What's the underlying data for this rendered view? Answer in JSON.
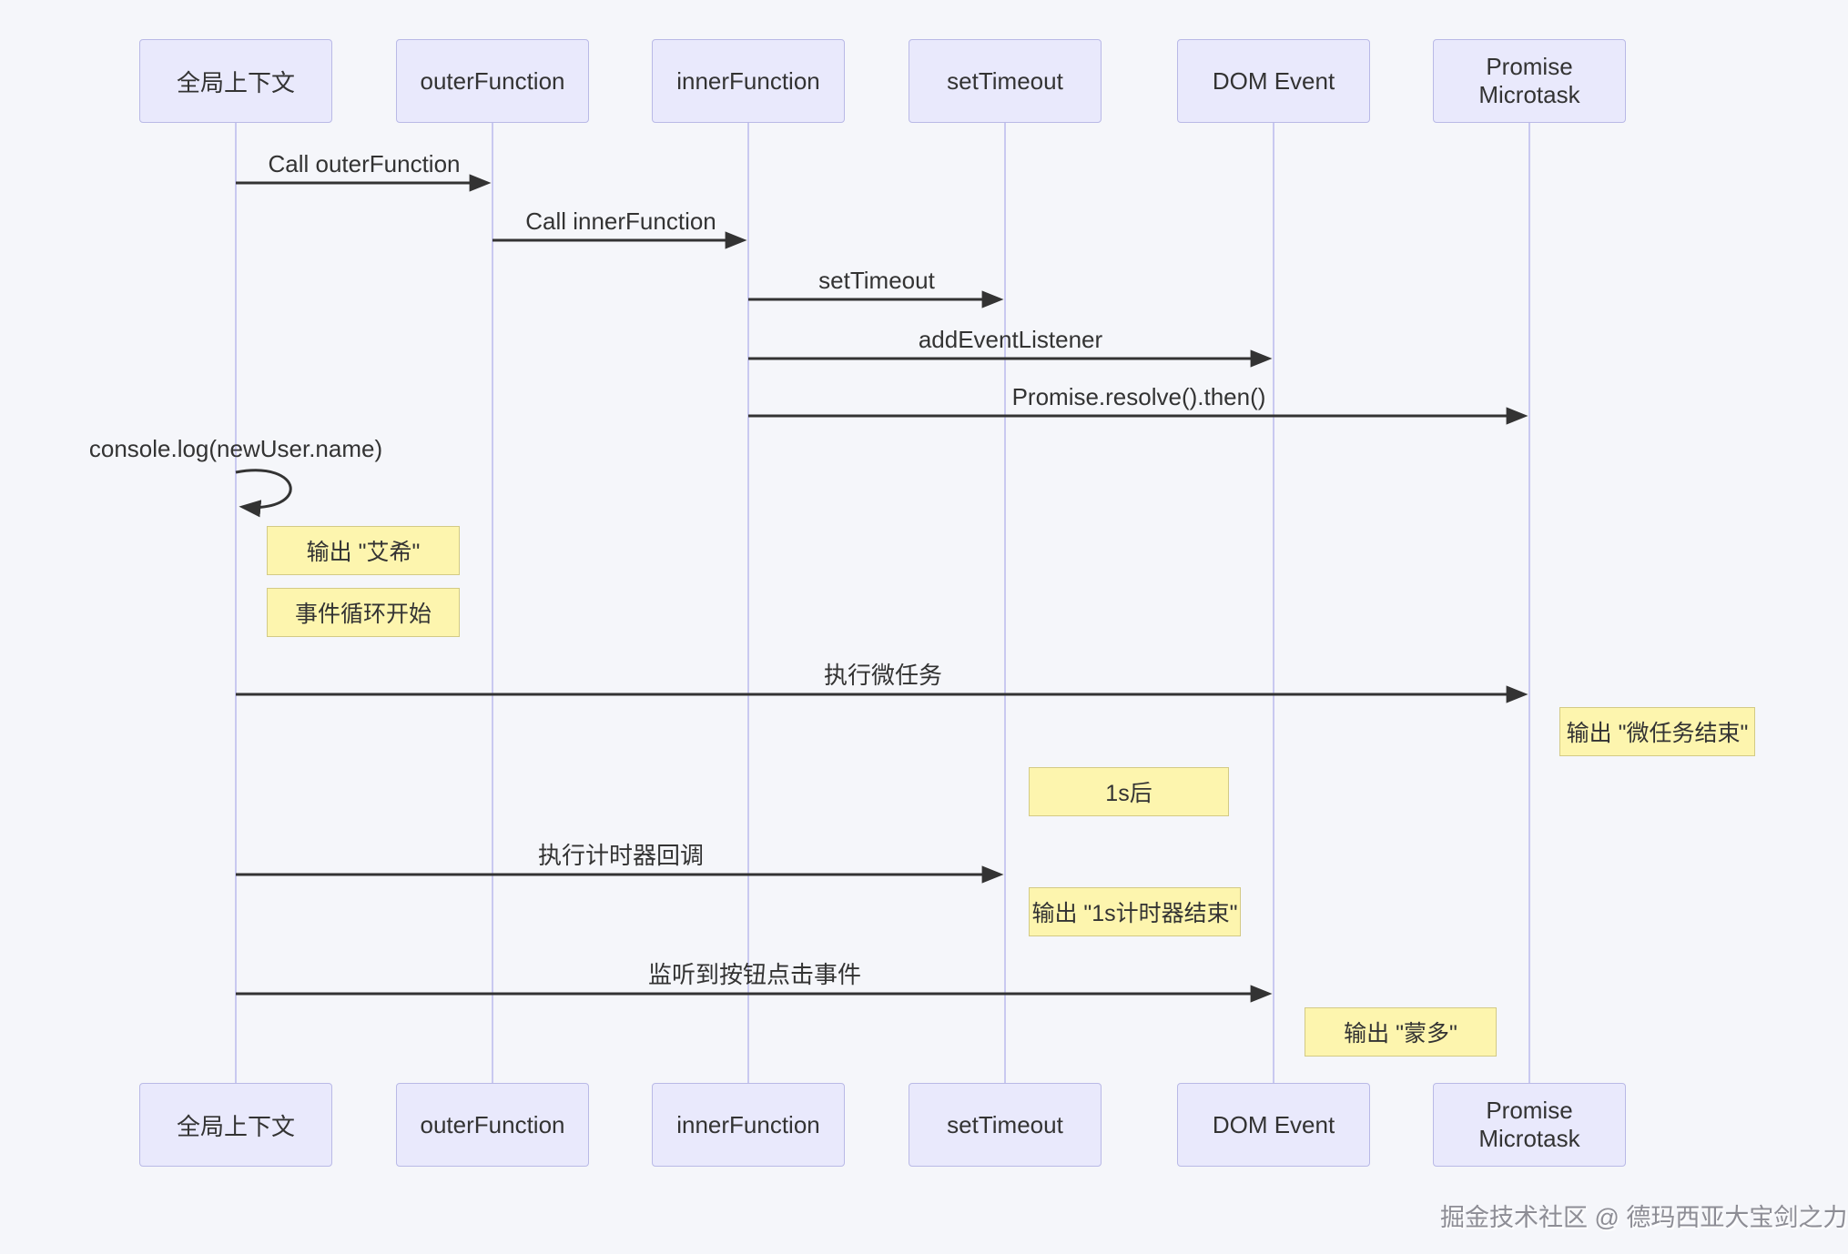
{
  "diagram": {
    "type": "sequence",
    "participants": [
      {
        "id": "global-context",
        "label": "全局上下文"
      },
      {
        "id": "outer-function",
        "label": "outerFunction"
      },
      {
        "id": "inner-function",
        "label": "innerFunction"
      },
      {
        "id": "set-timeout",
        "label": "setTimeout"
      },
      {
        "id": "dom-event",
        "label": "DOM Event"
      },
      {
        "id": "promise-microtask",
        "label": "Promise Microtask"
      }
    ],
    "messages": [
      {
        "from": "全局上下文",
        "to": "outerFunction",
        "label": "Call outerFunction"
      },
      {
        "from": "outerFunction",
        "to": "innerFunction",
        "label": "Call innerFunction"
      },
      {
        "from": "innerFunction",
        "to": "setTimeout",
        "label": "setTimeout"
      },
      {
        "from": "innerFunction",
        "to": "DOM Event",
        "label": "addEventListener"
      },
      {
        "from": "innerFunction",
        "to": "Promise Microtask",
        "label": "Promise.resolve().then()"
      },
      {
        "from": "全局上下文",
        "to": "全局上下文",
        "label": "console.log(newUser.name)",
        "self": true
      },
      {
        "from": "全局上下文",
        "to": "Promise Microtask",
        "label": "执行微任务"
      },
      {
        "from": "全局上下文",
        "to": "setTimeout",
        "label": "执行计时器回调"
      },
      {
        "from": "全局上下文",
        "to": "DOM Event",
        "label": "监听到按钮点击事件"
      }
    ],
    "notes": [
      {
        "anchor": "全局上下文",
        "position": "right of",
        "label": "输出 \"艾希\""
      },
      {
        "anchor": "全局上下文",
        "position": "right of",
        "label": "事件循环开始"
      },
      {
        "anchor": "Promise Microtask",
        "position": "right of",
        "label": "输出 \"微任务结束\""
      },
      {
        "anchor": "setTimeout",
        "position": "right of",
        "label": "1s后"
      },
      {
        "anchor": "setTimeout",
        "position": "right of",
        "label": "输出 \"1s计时器结束\""
      },
      {
        "anchor": "DOM Event",
        "position": "right of",
        "label": "输出 \"蒙多\""
      }
    ],
    "watermark": "掘金技术社区 @ 德玛西亚大宝剑之力",
    "colors": {
      "background": "#f5f6fa",
      "actor_fill": "#e9e9fc",
      "actor_border": "#b9b9e6",
      "lifeline": "#c9c9f0",
      "note_fill": "#fdf5ae",
      "note_border": "#d3ca85",
      "message_line": "#333333",
      "text": "#333333",
      "watermark_text": "#8d8d95"
    }
  }
}
